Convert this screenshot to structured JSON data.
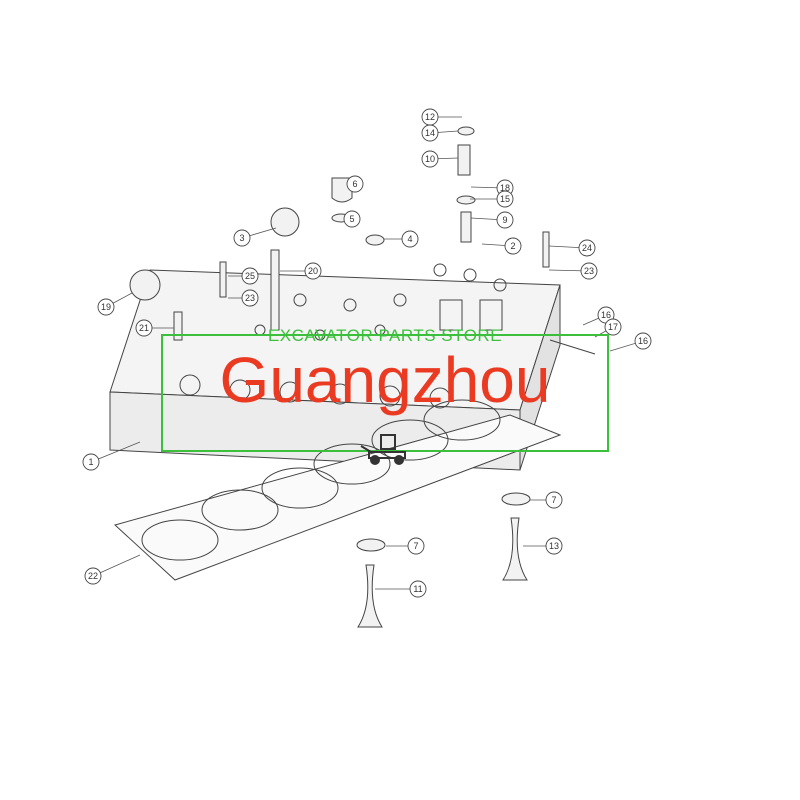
{
  "watermark": {
    "store": "EXCAVATOR PARTS STORE",
    "city": "Guangzhou",
    "colors": {
      "frame": "#3cbf3c",
      "city": "#ea3a22"
    },
    "logo": "wheel-loader-icon"
  },
  "callouts": [
    {
      "id": "c12",
      "label": "12"
    },
    {
      "id": "c14",
      "label": "14"
    },
    {
      "id": "c10",
      "label": "10"
    },
    {
      "id": "c6",
      "label": "6"
    },
    {
      "id": "c18",
      "label": "18"
    },
    {
      "id": "c15",
      "label": "15"
    },
    {
      "id": "c5",
      "label": "5"
    },
    {
      "id": "c9",
      "label": "9"
    },
    {
      "id": "c3",
      "label": "3"
    },
    {
      "id": "c4",
      "label": "4"
    },
    {
      "id": "c2",
      "label": "2"
    },
    {
      "id": "c24",
      "label": "24"
    },
    {
      "id": "c25",
      "label": "25"
    },
    {
      "id": "c20",
      "label": "20"
    },
    {
      "id": "c23a",
      "label": "23"
    },
    {
      "id": "c23b",
      "label": "23"
    },
    {
      "id": "c19",
      "label": "19"
    },
    {
      "id": "c21",
      "label": "21"
    },
    {
      "id": "c16a",
      "label": "16"
    },
    {
      "id": "c17",
      "label": "17"
    },
    {
      "id": "c16b",
      "label": "16"
    },
    {
      "id": "c1",
      "label": "1"
    },
    {
      "id": "c7a",
      "label": "7"
    },
    {
      "id": "c13",
      "label": "13"
    },
    {
      "id": "c7b",
      "label": "7"
    },
    {
      "id": "c11",
      "label": "11"
    },
    {
      "id": "c22",
      "label": "22"
    }
  ]
}
